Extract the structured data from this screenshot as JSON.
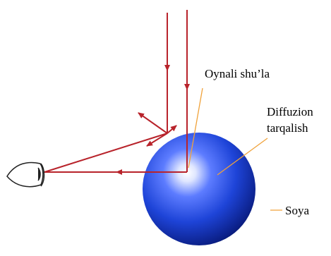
{
  "labels": {
    "specular": "Oynali shu’la",
    "diffuse_line1": "Diffuzion",
    "diffuse_line2": "tarqalish",
    "shadow": "Soya"
  },
  "colors": {
    "ray": "#b8232b",
    "leader": "#f0a23a",
    "sphere_dark": "#000000",
    "sphere_mid": "#1e44d8",
    "sphere_light": "#6f8cff",
    "highlight": "#ffffff",
    "eye_stroke": "#222222"
  },
  "icons": {
    "eye": "eye-icon"
  }
}
